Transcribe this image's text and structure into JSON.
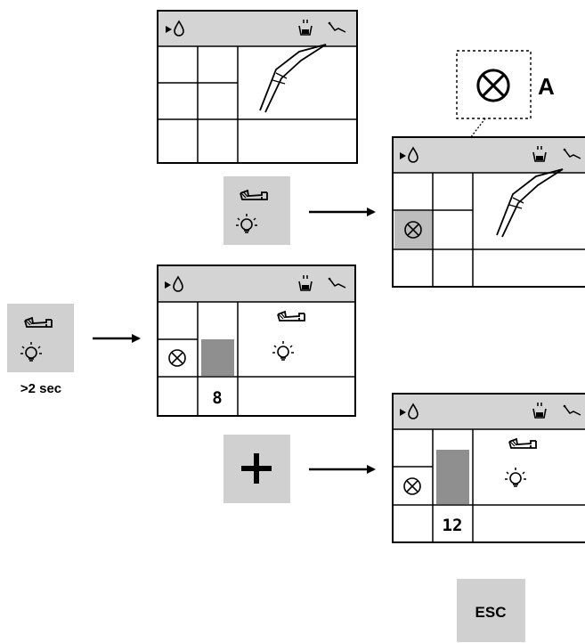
{
  "label_a": "A",
  "hold_time": ">2 sec",
  "screen_lower": {
    "value": "8"
  },
  "screen_bottom": {
    "value": "12"
  },
  "buttons": {
    "plus": "+",
    "esc": "ESC"
  },
  "colors": {
    "screen_header": "#d4d4d4",
    "button_bg": "#d0d0d0",
    "bar_fill": "#8f8f8f",
    "line": "#000000"
  },
  "icons": [
    "play-icon",
    "water-drop-icon",
    "spittoon-cup-icon",
    "instrument-hose-icon",
    "instrument-tip-icon",
    "handpiece-icon",
    "light-bulb-icon",
    "light-off-icon",
    "plus-icon",
    "arrow-right-icon"
  ]
}
